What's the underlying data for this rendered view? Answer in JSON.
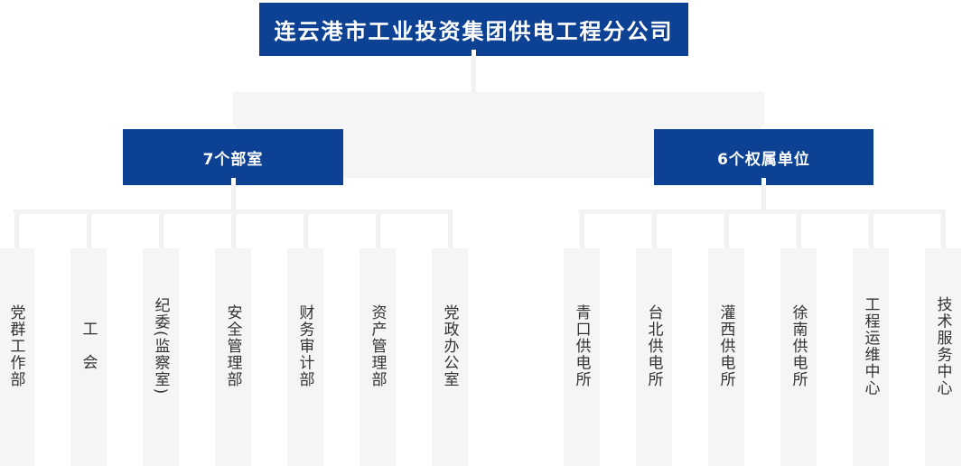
{
  "root": {
    "label": "连云港市工业投资集团供电工程分公司"
  },
  "branches": [
    {
      "label": "7个部室",
      "children": [
        "党群工作部",
        "工　会",
        "纪委(监察室)",
        "安全管理部",
        "财务审计部",
        "资产管理部",
        "党政办公室"
      ]
    },
    {
      "label": "6个权属单位",
      "children": [
        "青口供电所",
        "台北供电所",
        "灌西供电所",
        "徐南供电所",
        "工程运维中心",
        "技术服务中心"
      ]
    }
  ],
  "colors": {
    "node_blue": "#0C4193",
    "band_gray": "#F5F5F5",
    "connector_gray": "#F2F2F2",
    "leaf_text": "#333333",
    "node_text": "#FFFFFF"
  }
}
